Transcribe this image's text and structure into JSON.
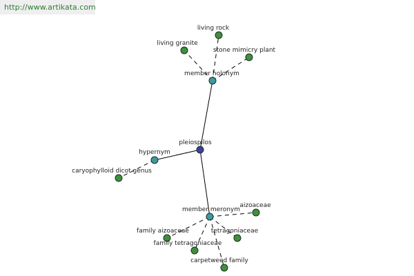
{
  "watermark": "http://www.artikata.com",
  "colors": {
    "center": "#3b3fa0",
    "relation": "#3e9aa0",
    "leaf": "#3f8f3f",
    "line": "#000000",
    "watermark_text": "#2e7d32",
    "watermark_bg": "#efefef"
  },
  "graph": {
    "center": {
      "label": "pleiospilos"
    },
    "relations": [
      {
        "label": "member holonym",
        "children": [
          "living rock",
          "living granite",
          "stone mimicry plant"
        ]
      },
      {
        "label": "hypernym",
        "children": [
          "caryophylloid dicot genus"
        ]
      },
      {
        "label": "member meronym",
        "children": [
          "aizoaceae",
          "family aizoaceae",
          "tetragoniaceae",
          "family tetragoniaceae",
          "carpetweed family"
        ]
      }
    ]
  }
}
